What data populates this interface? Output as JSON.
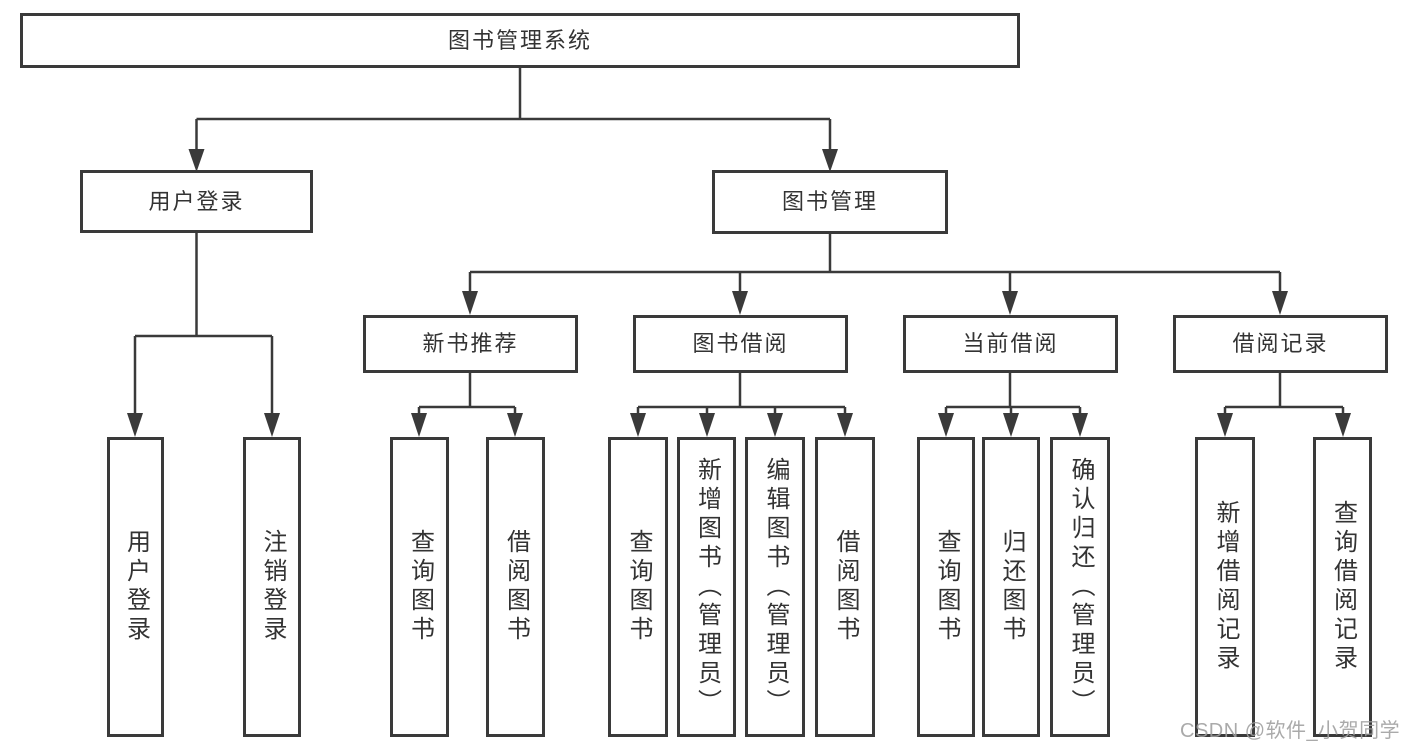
{
  "tree": {
    "root": "图书管理系统",
    "branches": [
      {
        "label": "用户登录",
        "children": [
          "用户登录",
          "注销登录"
        ]
      },
      {
        "label": "图书管理",
        "children": [
          {
            "label": "新书推荐",
            "children": [
              "查询图书",
              "借阅图书"
            ]
          },
          {
            "label": "图书借阅",
            "children": [
              "查询图书",
              "新增图书（管理员）",
              "编辑图书（管理员）",
              "借阅图书"
            ]
          },
          {
            "label": "当前借阅",
            "children": [
              "查询图书",
              "归还图书",
              "确认归还（管理员）"
            ]
          },
          {
            "label": "借阅记录",
            "children": [
              "新增借阅记录",
              "查询借阅记录"
            ]
          }
        ]
      }
    ]
  },
  "watermark": {
    "text": "CSDN @软件_小贺同学"
  },
  "colors": {
    "line": "#3a3a3a",
    "text": "#333333",
    "background": "#ffffff",
    "watermark": "#9e9e9e"
  }
}
